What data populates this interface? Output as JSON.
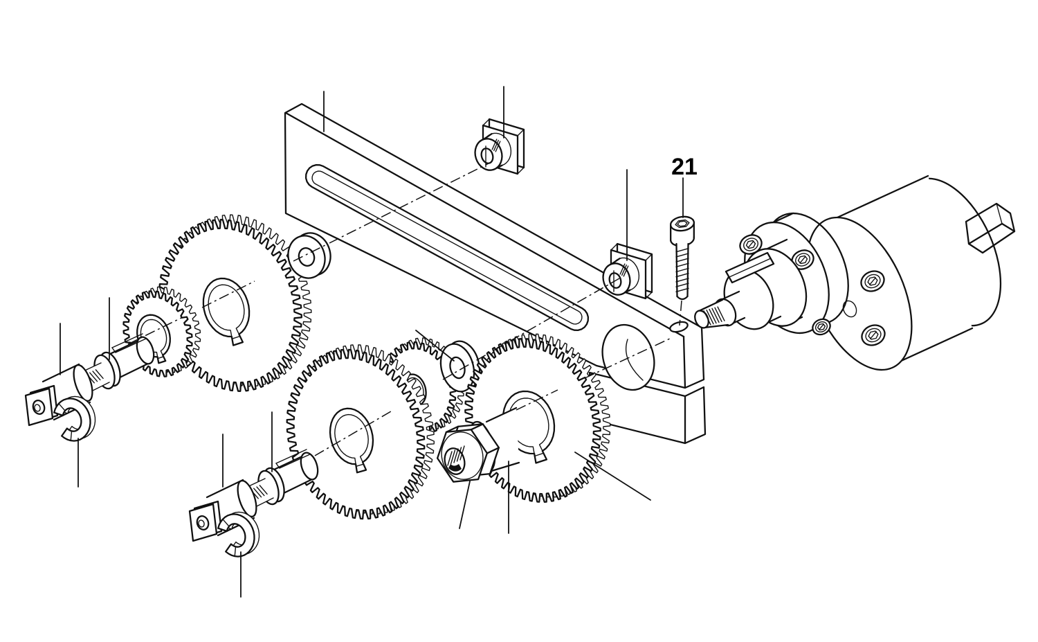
{
  "figure": {
    "type": "exploded-parts-diagram",
    "subject": "gear train / change-gear assembly with slotted arm and gear motor",
    "background": "#ffffff",
    "ink": "#111111",
    "callouts": [
      {
        "label": "21",
        "part": "socket-head-cap-screw"
      }
    ],
    "parts_depicted": [
      "slotted-gear-arm-with-clamp",
      "square-retainer-nut-upper",
      "square-retainer-nut-lower",
      "socket-head-cap-screw",
      "gear-motor-with-flange",
      "large-change-gear-left",
      "small-change-gear-left",
      "washer-left",
      "stud-shaft-upper",
      "spacer-collar-upper",
      "keyed-sleeve-upper",
      "retaining-clip-upper",
      "large-compound-gear-center",
      "pinion-gear-center",
      "washer-center",
      "stud-shaft-lower",
      "spacer-collar-lower",
      "keyed-sleeve-lower",
      "retaining-clip-lower",
      "output-gear-right",
      "spacer-bushing",
      "hex-nut"
    ]
  }
}
